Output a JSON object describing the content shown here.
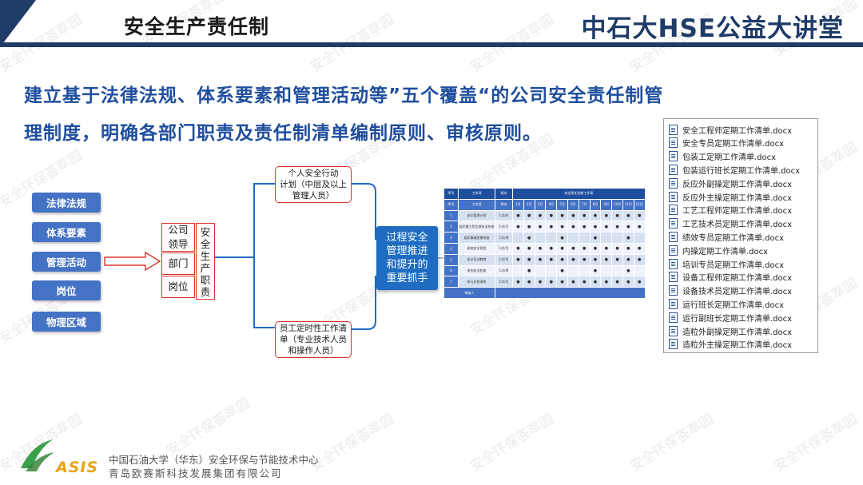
{
  "header": {
    "title": "安全生产责任制",
    "brand": "中石大HSE公益大讲堂"
  },
  "headline": {
    "line1": "建立基于法律法规、体系要素和管理活动等”五个覆盖“的公司安全责任制管",
    "line2": "理制度，明确各部门职责及责任制清单编制原则、审核原则。"
  },
  "left_tags": [
    "法律法规",
    "体系要素",
    "管理活动",
    "岗位",
    "物理区域"
  ],
  "boxes": {
    "company": [
      "公司",
      "领导"
    ],
    "dept": "部门",
    "post": "岗位",
    "vertical": [
      "安",
      "全",
      "生",
      "产",
      "职",
      "责"
    ]
  },
  "callouts": {
    "top": [
      "个人安全行动",
      "计划（中层及以上",
      "管理人员）"
    ],
    "bottom": [
      "员工定时性工作清",
      "单（专业技术人员",
      "和操作人员）"
    ]
  },
  "center": [
    "过程安全",
    "管理推进",
    "和提升的",
    "重要抓手"
  ],
  "schedule_table": {
    "headers": [
      "序号",
      "工作项",
      "频次",
      "安全责任定期工作表"
    ],
    "months": [
      "1月",
      "2月",
      "3月",
      "4月",
      "5月",
      "6月",
      "7月",
      "8月",
      "9月",
      "10月",
      "11月",
      "12月"
    ],
    "rows": [
      {
        "no": "1",
        "item": "安全管理计划",
        "freq": "1次/年",
        "marks": [
          1,
          1,
          1,
          1,
          1,
          1,
          1,
          1,
          1,
          1,
          1,
          1
        ]
      },
      {
        "no": "2",
        "item": "组织重大危险源安全检查",
        "freq": "1次/月",
        "marks": [
          1,
          1,
          1,
          1,
          1,
          1,
          1,
          1,
          1,
          1,
          1,
          1
        ]
      },
      {
        "no": "3",
        "item": "组织事故隐患排查",
        "freq": "1次/季",
        "marks": [
          0,
          1,
          0,
          0,
          1,
          0,
          0,
          1,
          0,
          0,
          1,
          0
        ]
      },
      {
        "no": "4",
        "item": "参加安全例会",
        "freq": "1次/月",
        "marks": [
          1,
          1,
          1,
          1,
          1,
          1,
          1,
          1,
          1,
          1,
          1,
          1
        ]
      },
      {
        "no": "5",
        "item": "安全培训教育",
        "freq": "1次/月",
        "marks": [
          1,
          1,
          1,
          1,
          1,
          1,
          1,
          1,
          1,
          1,
          1,
          1
        ]
      },
      {
        "no": "6",
        "item": "参加安全检查",
        "freq": "1次/季",
        "marks": [
          0,
          1,
          0,
          0,
          1,
          0,
          0,
          1,
          0,
          0,
          1,
          0
        ]
      },
      {
        "no": "7",
        "item": "参与应急演练",
        "freq": "1次/月",
        "marks": [
          1,
          1,
          1,
          1,
          1,
          1,
          1,
          1,
          1,
          1,
          1,
          1
        ]
      }
    ],
    "footer": "审核人"
  },
  "files": [
    "安全工程师定期工作清单.docx",
    "安全专员定期工作清单.docx",
    "包装工定期工作清单.docx",
    "包装运行班长定期工作清单.docx",
    "反应外副操定期工作清单.docx",
    "反应外主操定期工作清单.docx",
    "工艺工程师定期工作清单.docx",
    "工艺技术员定期工作清单.docx",
    "绩效专员定期工作清单.docx",
    "内操定期工作清单.docx",
    "培训专员定期工作清单.docx",
    "设备工程师定期工作清单.docx",
    "设备技术员定期工作清单.docx",
    "运行班长定期工作清单.docx",
    "运行副班长定期工作清单.docx",
    "造粒外副操定期工作清单.docx",
    "造粒外主操定期工作清单.docx"
  ],
  "footer": {
    "logo": "ASIS",
    "line1": "中国石油大学（华东）安全环保与节能技术中心",
    "line2": "青岛欧赛斯科技发展集团有限公司"
  },
  "watermark": "安全环保荟萃园",
  "colors": {
    "navy": "#1f3b68",
    "blue": "#4472c4",
    "red": "#d9342b",
    "headline": "#1f4e9e"
  }
}
